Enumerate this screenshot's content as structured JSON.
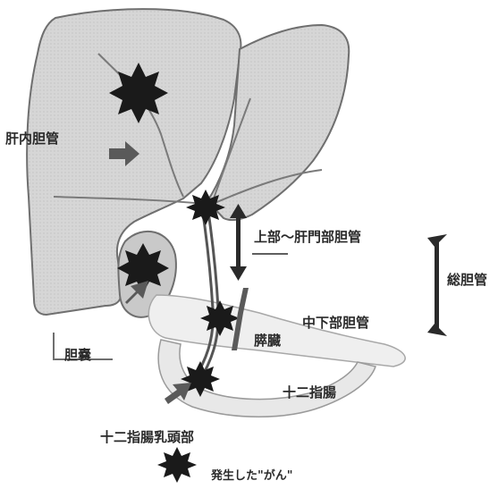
{
  "labels": {
    "intrahepatic_duct": "肝内胆管",
    "upper_hilar_duct": "上部～肝門部胆管",
    "common_bile_duct": "総胆管",
    "mid_lower_duct": "中下部胆管",
    "pancreas": "膵臓",
    "gallbladder": "胆嚢",
    "duodenum": "十二指腸",
    "duodenal_papilla": "十二指腸乳頭部",
    "legend_text": "発生した\"がん\""
  },
  "icons": {
    "tumor": "tumor-star-icon",
    "pointer": "pointer-arrow-icon"
  },
  "colors": {
    "liver_fill": "#d9d9d9",
    "liver_outline": "#6f6f6f",
    "tumor": "#1a1a1a",
    "arrow": "#5a5a5a",
    "text": "#2a2a2a"
  }
}
